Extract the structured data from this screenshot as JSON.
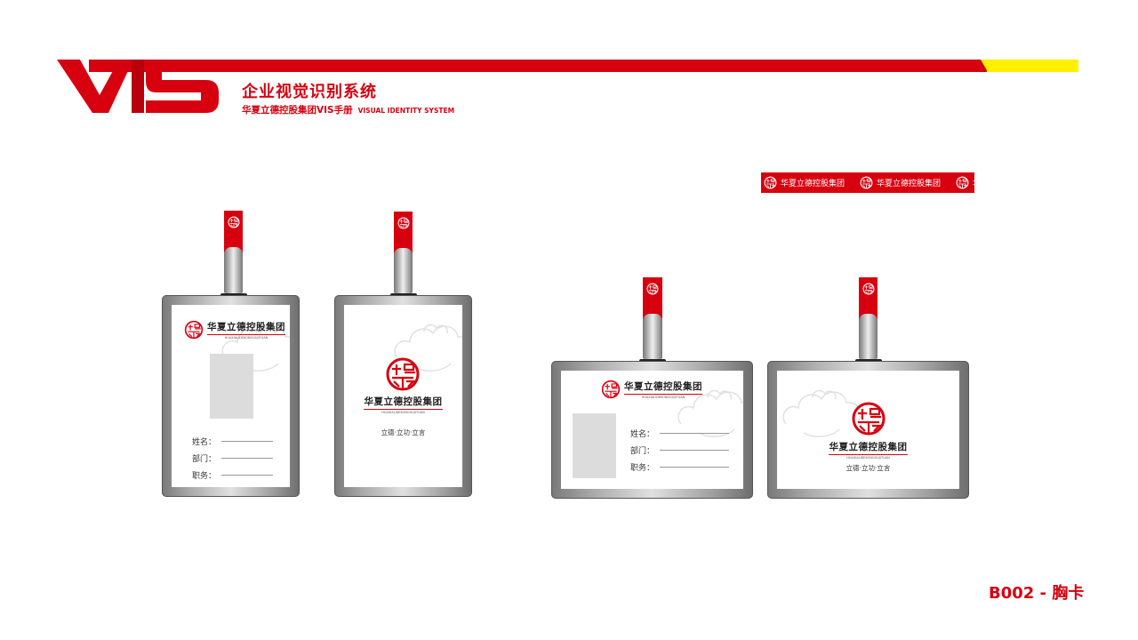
{
  "header": {
    "logo_text": "VIS",
    "title": "企业视觉识别系统",
    "subtitle": "华夏立德控股集团VIS手册",
    "subtitle_en": "VISUAL IDENTITY SYSTEM",
    "colors": {
      "primary": "#d7000f",
      "accent": "#fff000"
    }
  },
  "brand": {
    "name": "华夏立德控股集团",
    "pinyin": "HUAXIALIDEKONGGUJITUAN",
    "slogan": "立德·立功·立言"
  },
  "badge_fields": [
    "姓名：",
    "部门：",
    "职务："
  ],
  "footer": {
    "page_label": "B002 - 胸卡"
  }
}
